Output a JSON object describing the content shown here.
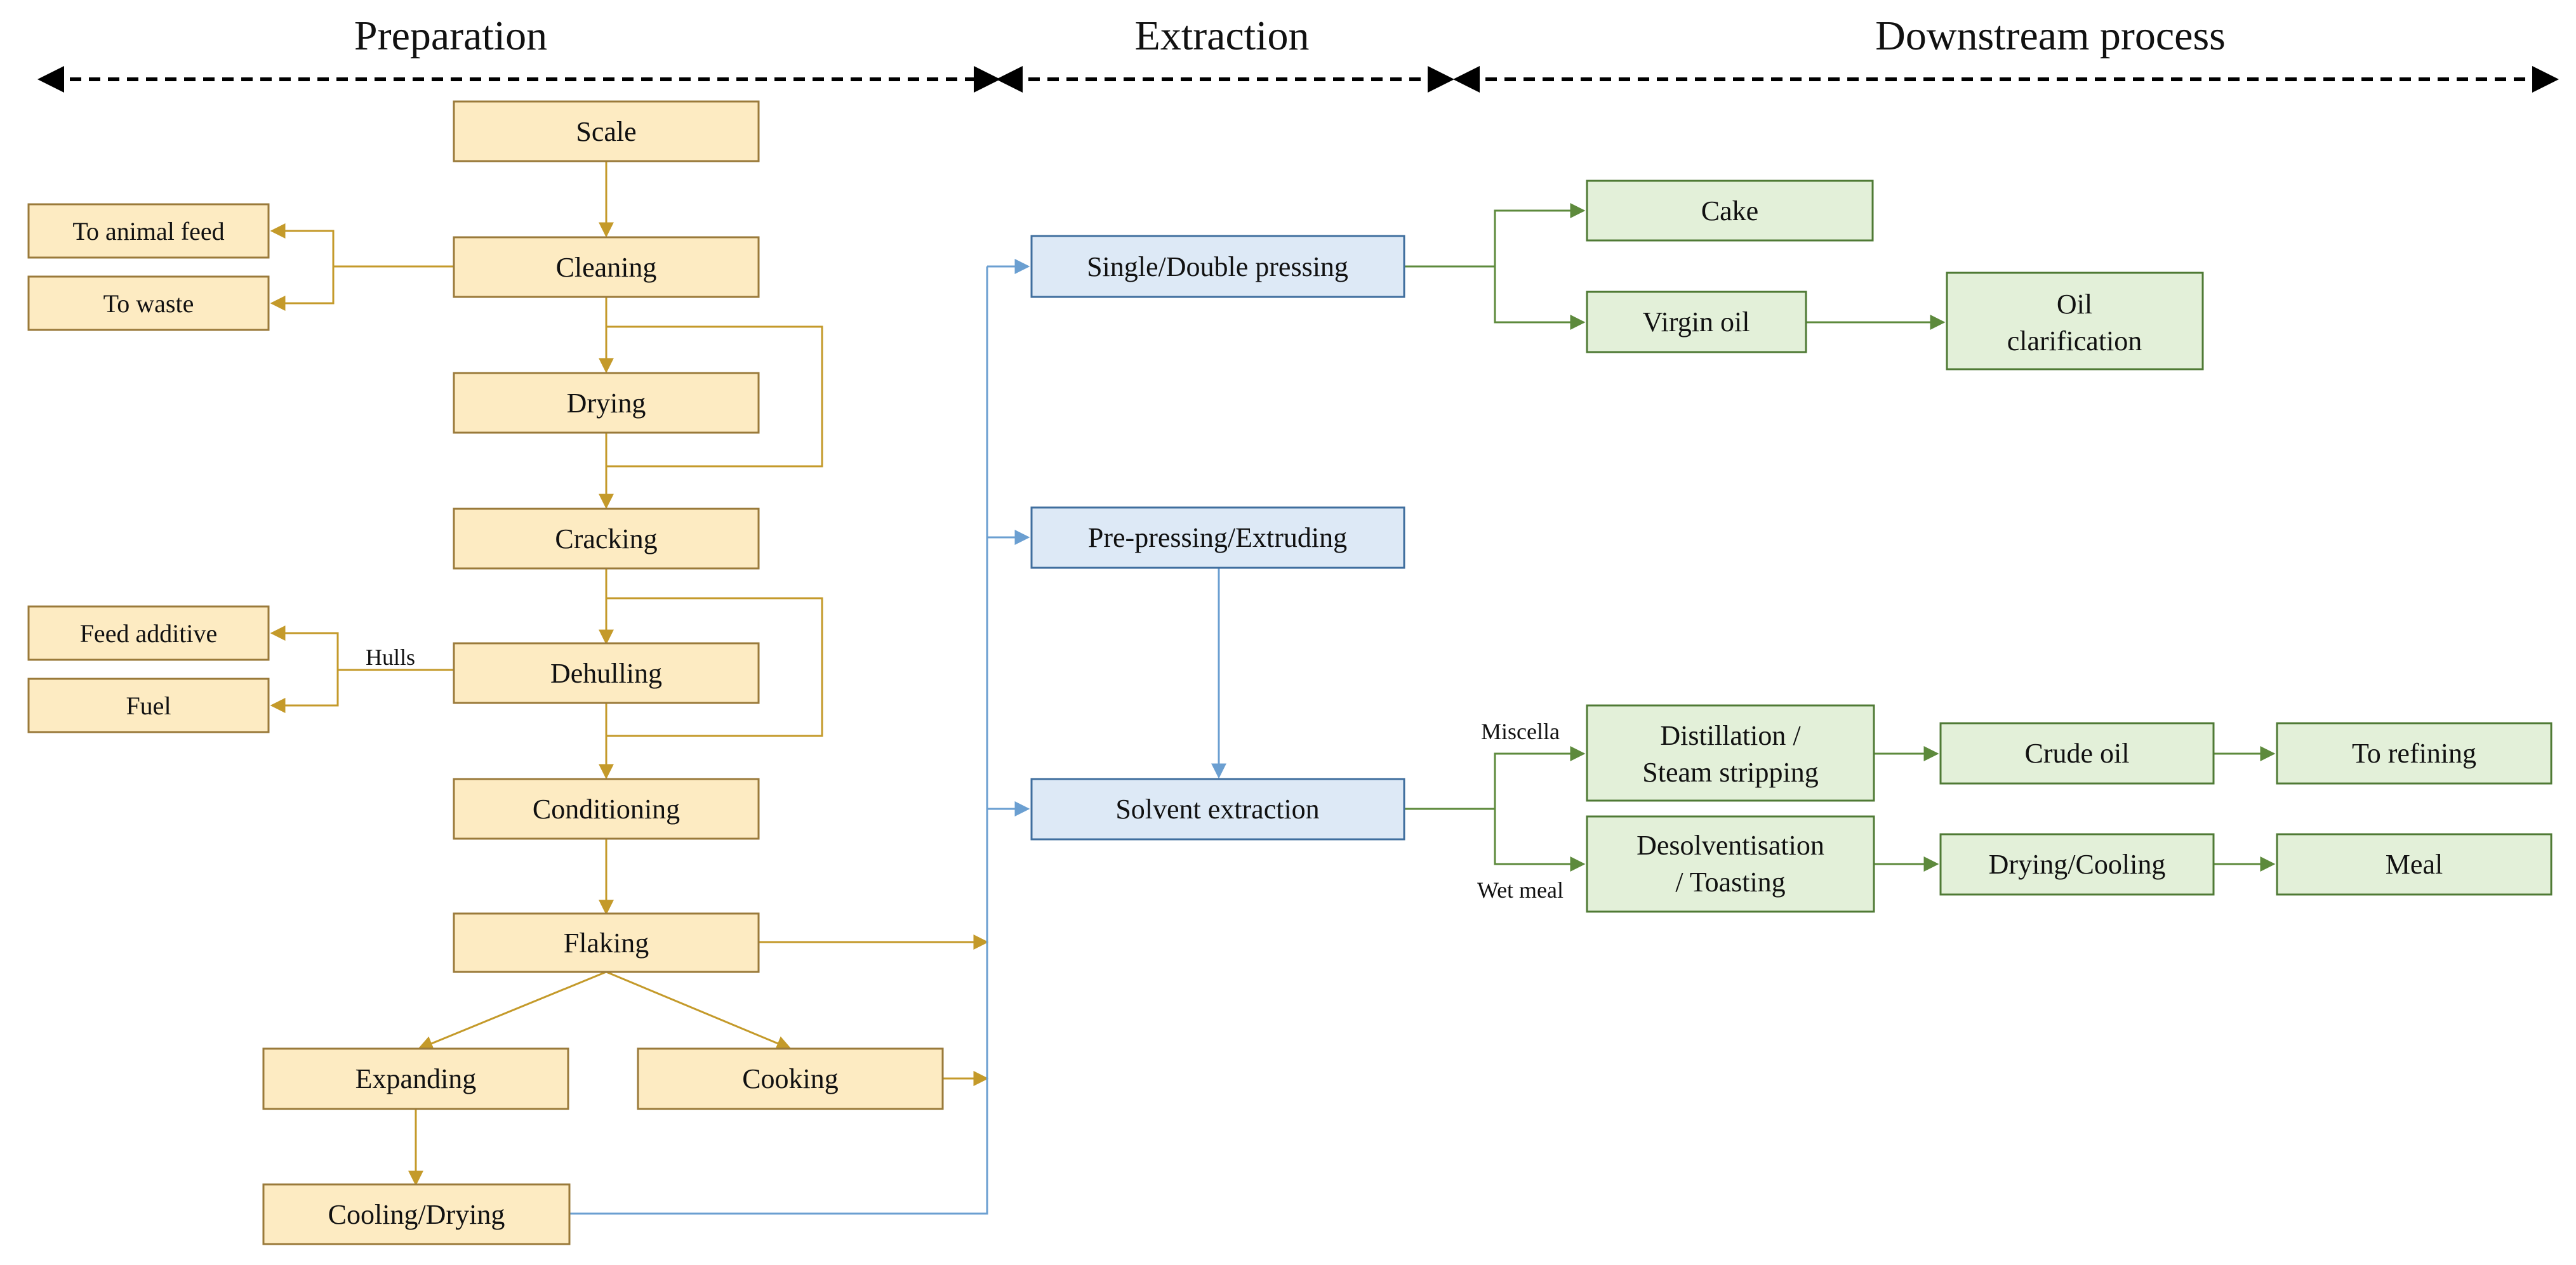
{
  "headers": {
    "preparation": "Preparation",
    "extraction": "Extraction",
    "downstream": "Downstream process"
  },
  "preparation": {
    "scale": "Scale",
    "cleaning": "Cleaning",
    "to_animal_feed": "To animal feed",
    "to_waste": "To waste",
    "drying": "Drying",
    "cracking": "Cracking",
    "dehulling": "Dehulling",
    "hulls": "Hulls",
    "feed_additive": "Feed additive",
    "fuel": "Fuel",
    "conditioning": "Conditioning",
    "flaking": "Flaking",
    "expanding": "Expanding",
    "cooking": "Cooking",
    "cooling_drying": "Cooling/Drying"
  },
  "extraction": {
    "single_double_pressing": "Single/Double pressing",
    "pre_pressing_extruding": "Pre-pressing/Extruding",
    "solvent_extraction": "Solvent extraction"
  },
  "downstream": {
    "cake": "Cake",
    "virgin_oil": "Virgin oil",
    "oil_clarification_line1": "Oil",
    "oil_clarification_line2": "clarification",
    "miscella": "Miscella",
    "wet_meal": "Wet meal",
    "distillation_line1": "Distillation /",
    "distillation_line2": "Steam stripping",
    "crude_oil": "Crude oil",
    "to_refining": "To refining",
    "desolventisation_line1": "Desolventisation",
    "desolventisation_line2": "/ Toasting",
    "drying_cooling": "Drying/Cooling",
    "meal": "Meal"
  },
  "colors": {
    "preparation_fill": "#fdebc2",
    "extraction_fill": "#dde9f6",
    "downstream_fill": "#e3f0d9",
    "preparation_line": "#c49a2a",
    "extraction_line": "#6b9fd1",
    "downstream_line": "#5d8a3c"
  }
}
